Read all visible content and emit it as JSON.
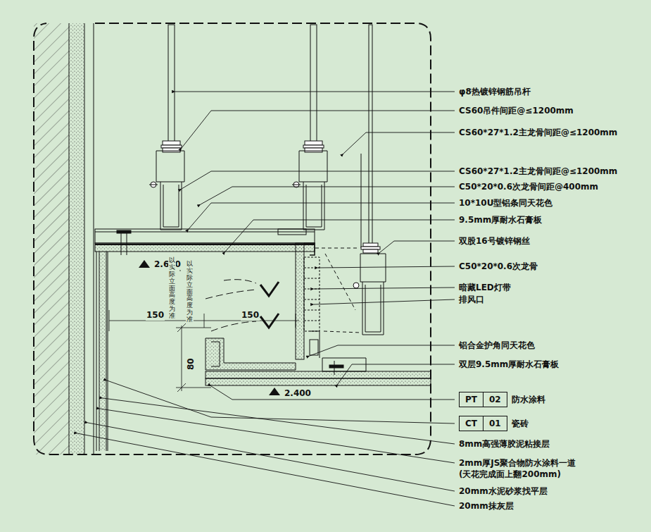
{
  "diagram": {
    "nodes": [
      {
        "text": [
          "PT",
          "02"
        ]
      },
      {
        "text": [
          "CT",
          "01"
        ]
      }
    ],
    "labels": [
      "φ8热镀锌钢筋吊杆",
      "CS60吊件间距@≤1200mm",
      "CS60*27*1.2主龙骨间距@≤1200mm",
      "CS60*27*1.2主龙骨间距@≤1200mm",
      "C50*20*0.6次龙骨间距@400mm",
      "10*10U型铝条同天花色",
      "9.5mm厚耐水石膏板",
      "双股16号镀锌钢丝",
      "C50*20*0.6次龙骨",
      "暗藏LED灯带",
      "排风口",
      "铝合金护角同天花色",
      "双层9.5mm厚耐水石膏板",
      "防水涂料",
      "瓷砖",
      "8mm高强薄胶泥粘接层",
      "2mm厚JS聚合物防水涂料一道 (天花完成面上翻200mm)",
      "20mm水泥砂浆找平层",
      "20mm抹灰层",
      "2.650",
      "2.400",
      "150",
      "150",
      "80",
      "以实际立面高度为准",
      "以实际立面高度为准"
    ]
  }
}
